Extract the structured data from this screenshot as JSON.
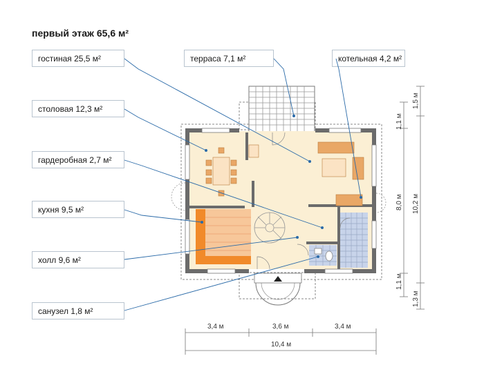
{
  "title": "первый этаж 65,6 м²",
  "rooms": {
    "living": "гостиная 25,5 м²",
    "terrace": "терраса 7,1 м²",
    "boiler": "котельная 4,2 м²",
    "dining": "столовая 12,3 м²",
    "wardrobe": "гардеробная 2,7 м²",
    "kitchen": "кухня 9,5 м²",
    "hall": "холл 9,6 м²",
    "bathroom": "санузел 1,8 м²"
  },
  "dimensions": {
    "bottom": [
      "3,4 м",
      "3,6 м",
      "3,4 м"
    ],
    "bottom_total": "10,4 м",
    "right_inner": [
      "1,1 м",
      "8,0 м",
      "1,1 м"
    ],
    "right_outer": [
      "1,5 м",
      "10,2 м",
      "1,3 м"
    ]
  },
  "colors": {
    "floor": "#fbefd4",
    "kitchen": "#f7c79a",
    "kitchen_accent": "#f18a2a",
    "tiles": "#c8d4ea",
    "wall": "#6b6b6b",
    "leader": "#2a6aa8",
    "furniture": "#e9a766"
  }
}
